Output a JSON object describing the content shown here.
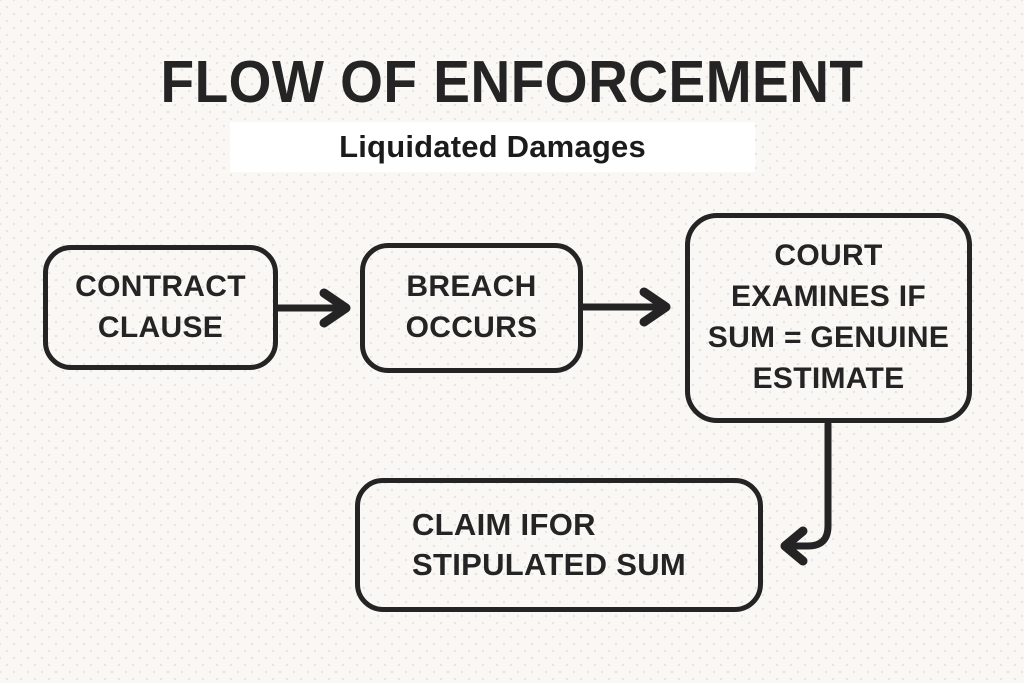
{
  "colors": {
    "ink": "#242424",
    "background": "#faf8f5",
    "band": "#ffffff",
    "dot": "#e9e2dc"
  },
  "header": {
    "title": "FLOW OF ENFORCEMENT",
    "subtitle": "Liquidated Damages"
  },
  "flow": {
    "nodes": [
      {
        "id": "contract-clause",
        "lines": [
          "CONTRACT",
          "CLAUSE"
        ]
      },
      {
        "id": "breach-occurs",
        "lines": [
          "BREACH",
          "OCCURS"
        ]
      },
      {
        "id": "court-examines",
        "lines": [
          "COURT",
          "EXAMINES IF",
          "SUM = GENUINE",
          "ESTIMATE"
        ]
      },
      {
        "id": "claim-stipulated",
        "lines": [
          "CLAIM IFOR",
          "STIPULATED SUM"
        ]
      }
    ],
    "connections": [
      {
        "from": "contract-clause",
        "to": "breach-occurs",
        "direction": "right"
      },
      {
        "from": "breach-occurs",
        "to": "court-examines",
        "direction": "right"
      },
      {
        "from": "court-examines",
        "to": "claim-stipulated",
        "direction": "down-then-left"
      }
    ]
  }
}
